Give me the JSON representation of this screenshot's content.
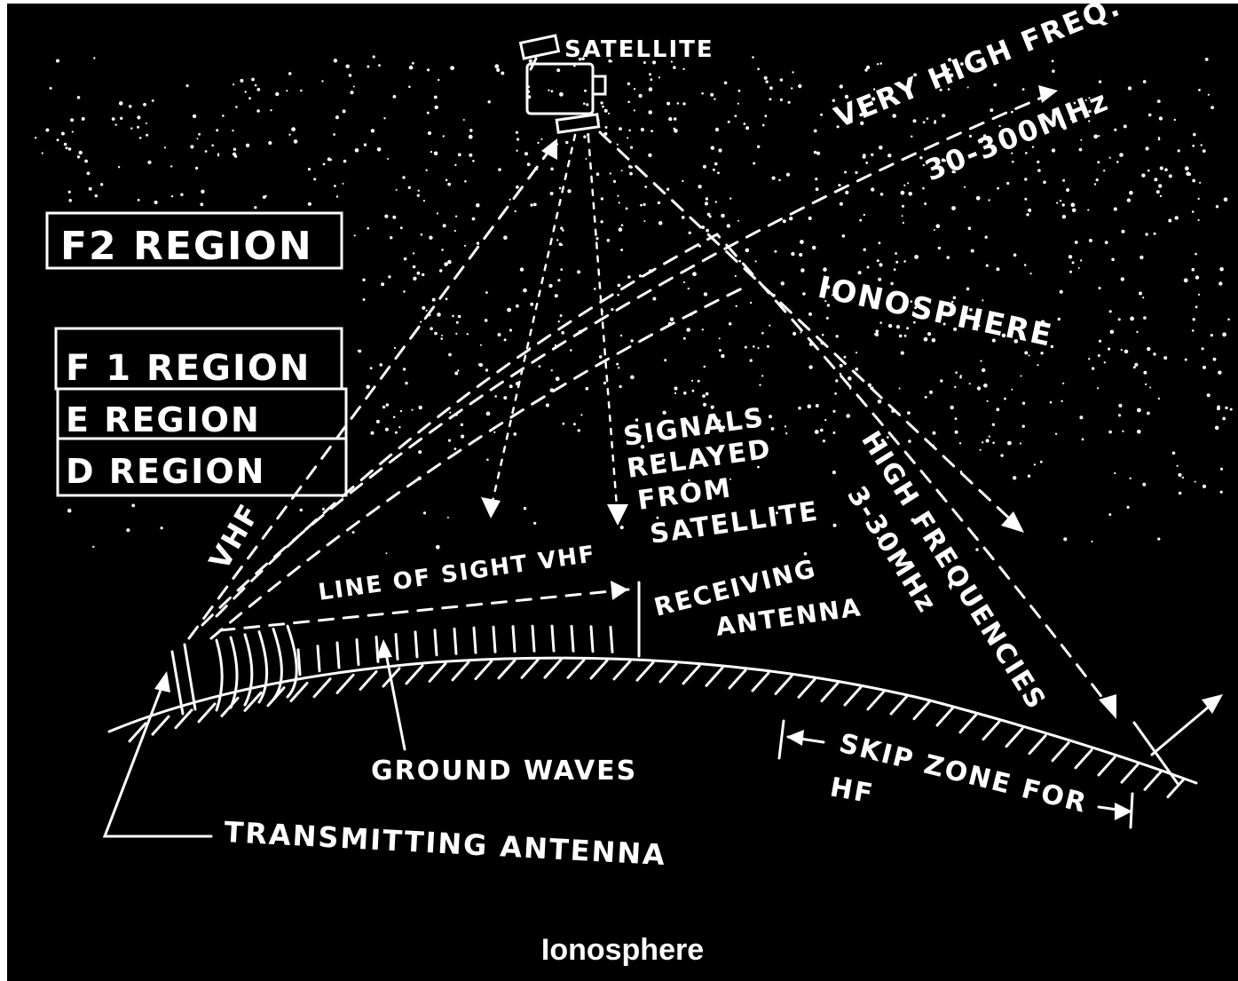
{
  "diagram": {
    "labels": {
      "satellite": "SATELLITE",
      "very_high_freq": "VERY HIGH FREQ.",
      "vhf_range": "30-300MHz",
      "ionosphere": "IONOSPHERE",
      "f2_region": "F2 REGION",
      "f1_region": "F 1 REGION",
      "e_region": "E REGION",
      "d_region": "D REGION",
      "vhf": "VHF",
      "signals": "SIGNALS",
      "relayed": "RELAYED",
      "from": "FROM",
      "satellite2": "SATELLITE",
      "high_frequencies": "HIGH FREQUENCIES",
      "hf_range": "3-30MHz",
      "line_of_sight": "LINE OF SIGHT VHF",
      "receiving": "RECEIVING",
      "antenna": "ANTENNA",
      "ground_waves": "GROUND WAVES",
      "skip_zone": "SKIP ZONE FOR",
      "hf": "HF",
      "transmitting_antenna": "TRANSMITTING ANTENNA"
    },
    "caption": "Ionosphere"
  }
}
